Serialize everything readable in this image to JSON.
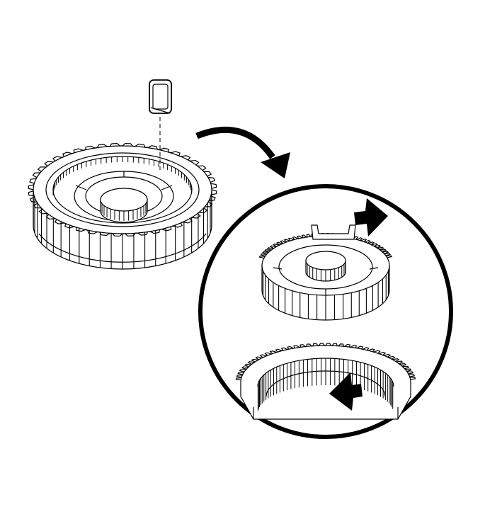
{
  "figure": {
    "background": "#ffffff",
    "ink": "#000000",
    "elements": {
      "key": "synchronizer-key",
      "assembly": "synchronizer-assembly",
      "detail": "detail-callout-circle",
      "hub": "synchronizer-hub",
      "sleeve": "synchronizer-sleeve",
      "pointer_hub": "arrow-icon",
      "pointer_sleeve": "arrow-icon"
    }
  }
}
